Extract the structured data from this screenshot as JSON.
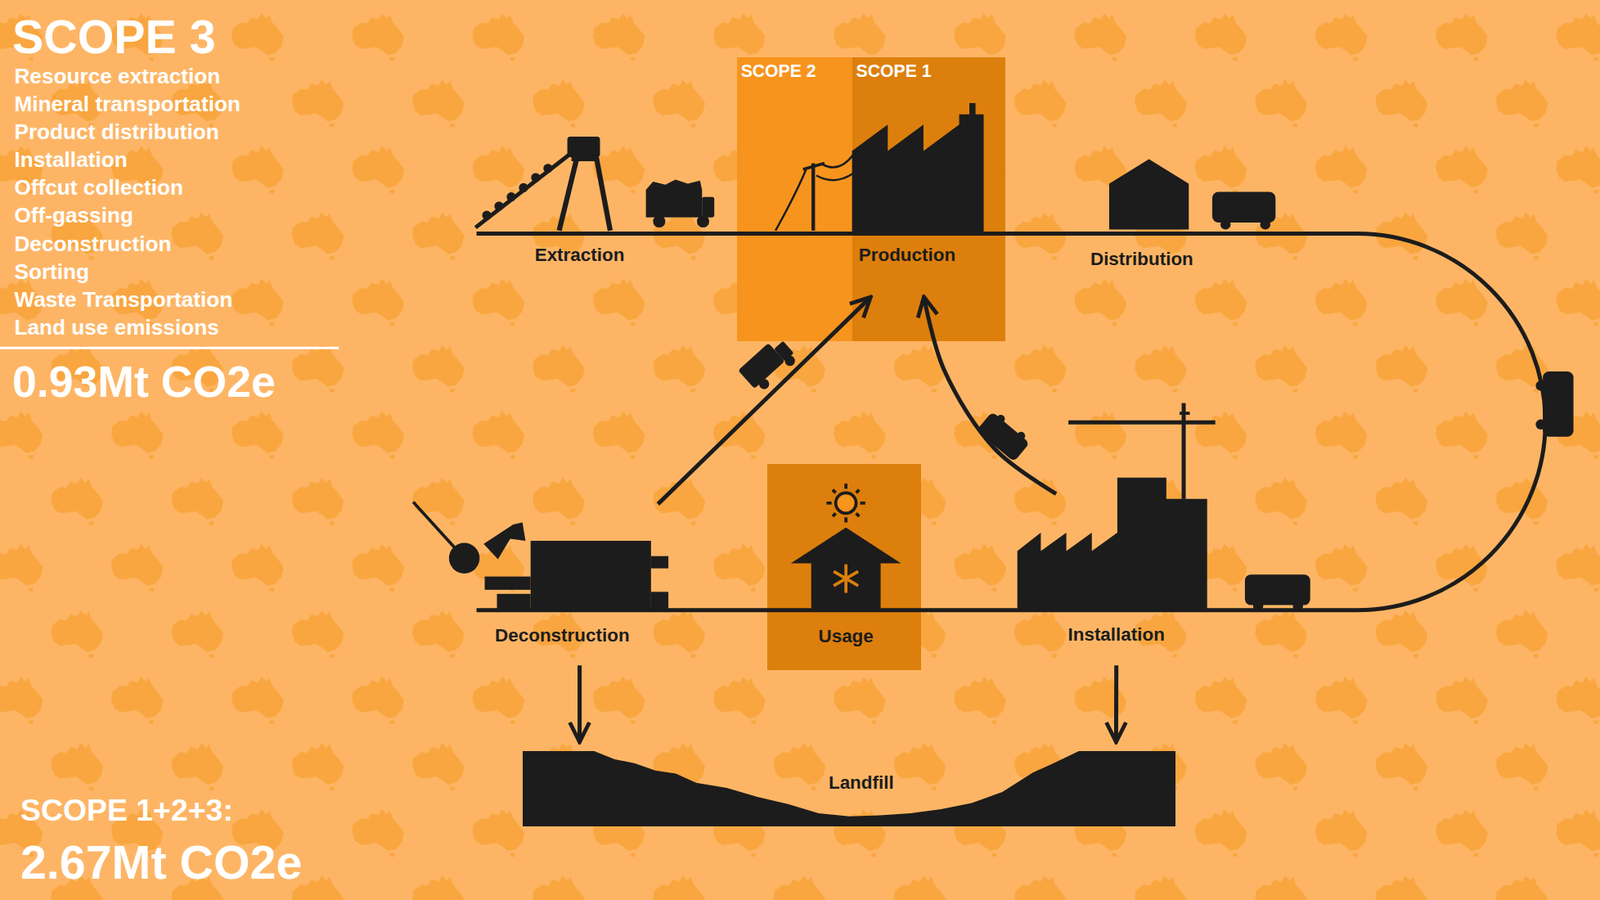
{
  "diagram": {
    "nodes": [
      {
        "text": [
          "SCOPE 2"
        ]
      },
      {
        "text": [
          "SCOPE 1"
        ]
      },
      {
        "text": [
          "Extraction"
        ]
      },
      {
        "text": [
          "Production"
        ],
        "in": 1
      },
      {
        "text": [
          "Distribution"
        ]
      },
      {
        "text": [
          "Deconstruction"
        ]
      },
      {
        "text": [
          "Usage"
        ]
      },
      {
        "text": [
          "Installation"
        ]
      },
      {
        "text": [
          "Landfill"
        ]
      }
    ],
    "edges": [
      {
        "from": 5,
        "to": 3,
        "arrow": "to"
      },
      {
        "from": 7,
        "to": 3,
        "arrow": "to"
      },
      {
        "from": 5,
        "to": 8,
        "arrow": "to"
      },
      {
        "from": 7,
        "to": 8,
        "arrow": "to"
      }
    ],
    "labels": [
      "SCOPE 3",
      "Resource extraction",
      "Mineral transportation",
      "Product distribution",
      "Installation",
      "Offcut collection",
      "Off-gassing",
      "Deconstruction",
      "Sorting",
      "Waste Transportation",
      "Land use emissions",
      "0.93Mt CO2e",
      "SCOPE 1+2+3:",
      "2.67Mt CO2e"
    ]
  }
}
